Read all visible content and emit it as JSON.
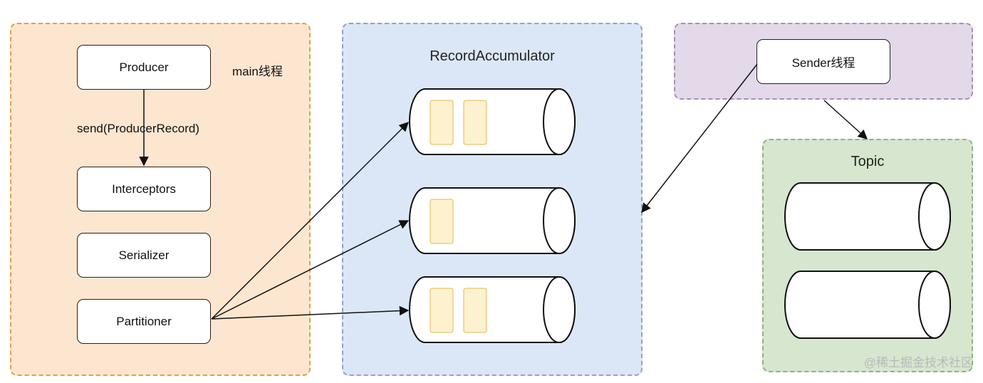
{
  "groups": {
    "main": {
      "label": "main线程"
    },
    "accumulator": {
      "title": "RecordAccumulator"
    },
    "sender": {
      "label": "Sender线程"
    },
    "topic": {
      "title": "Topic"
    }
  },
  "nodes": {
    "producer": "Producer",
    "send": "send(ProducerRecord)",
    "interceptors": "Interceptors",
    "serializer": "Serializer",
    "partitioner": "Partitioner"
  },
  "queues": [
    {
      "batches": 2
    },
    {
      "batches": 1
    },
    {
      "batches": 2
    }
  ],
  "topic_partitions": 2,
  "colors": {
    "main_fill": "#fde6cf",
    "accumulator_fill": "#dbe7f7",
    "sender_fill": "#e3d9e9",
    "topic_fill": "#d6e6cf",
    "batch_fill": "#fdf1cf"
  },
  "watermark": "@稀土掘金技术社区"
}
